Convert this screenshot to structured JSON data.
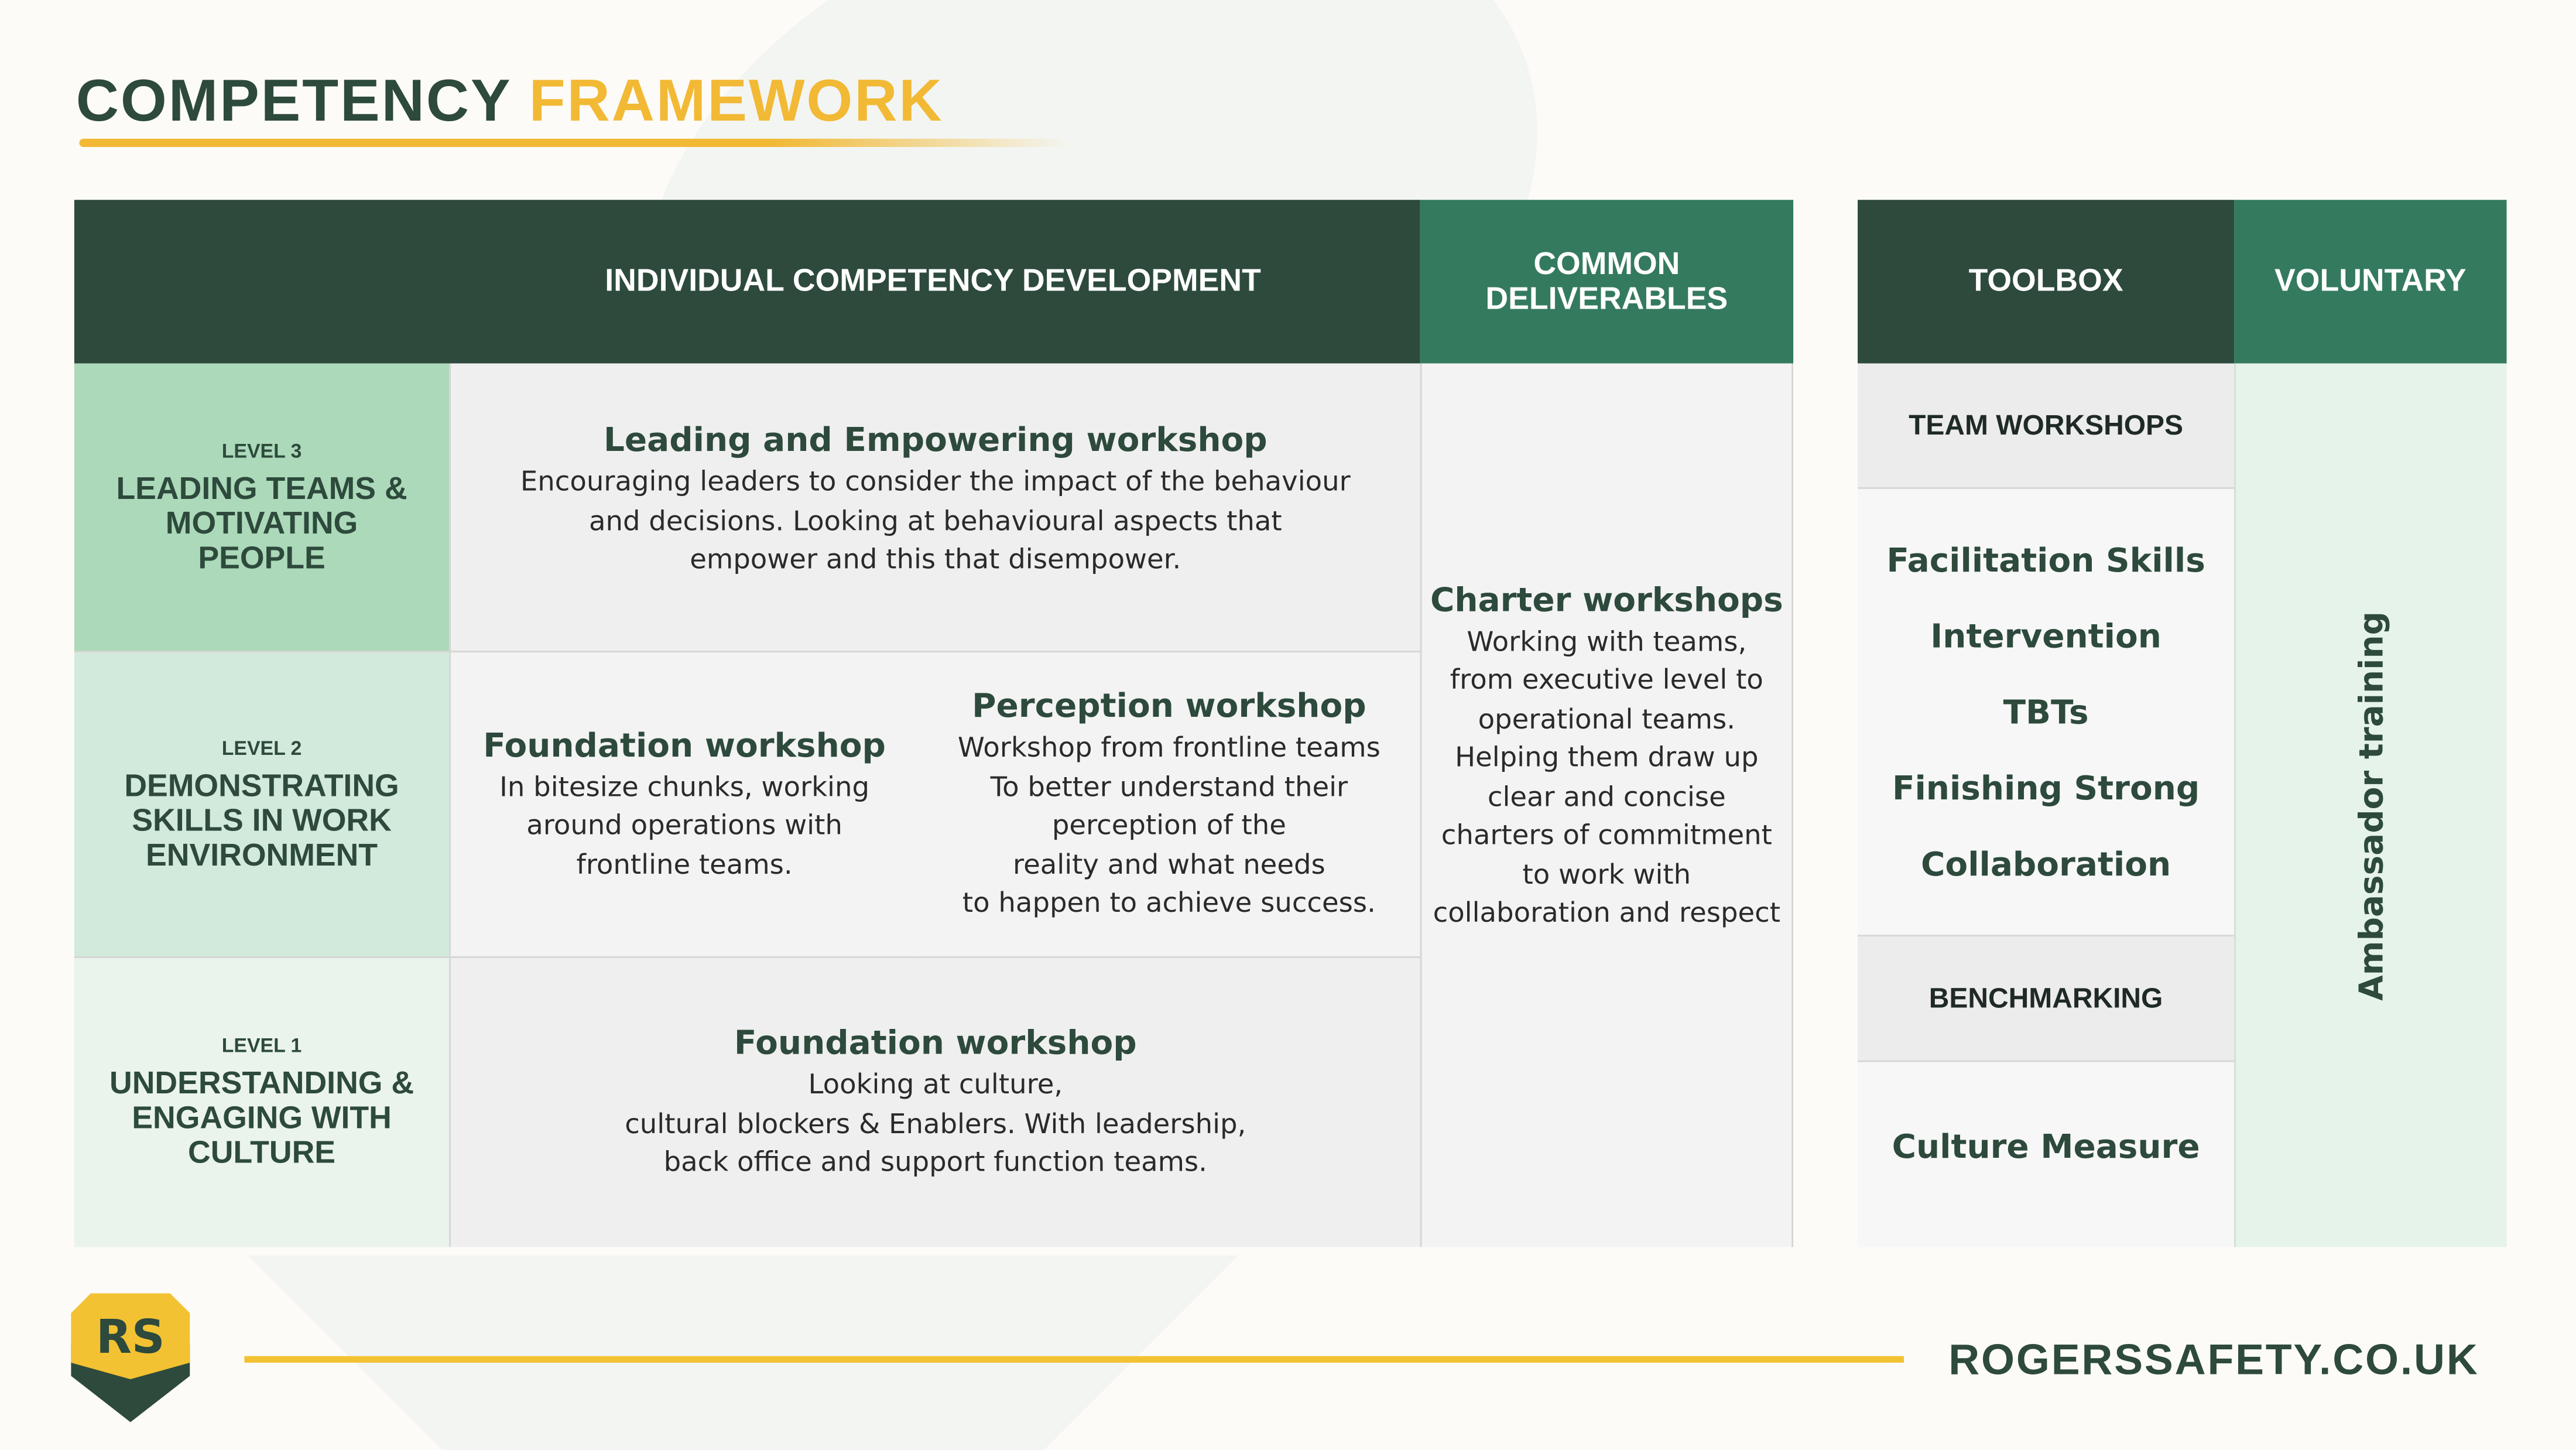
{
  "title": {
    "part1": "COMPETENCY",
    "part2": "FRAMEWORK"
  },
  "headers": {
    "individual": "INDIVIDUAL COMPETENCY DEVELOPMENT",
    "common": "COMMON DELIVERABLES",
    "toolbox": "TOOLBOX",
    "voluntary": "VOLUNTARY"
  },
  "levels": [
    {
      "level": "LEVEL 3",
      "name": "LEADING TEAMS & MOTIVATING PEOPLE"
    },
    {
      "level": "LEVEL 2",
      "name": "DEMONSTRATING SKILLS IN WORK ENVIRONMENT"
    },
    {
      "level": "LEVEL 1",
      "name": "UNDERSTANDING & ENGAGING WITH CULTURE"
    }
  ],
  "workshops": {
    "l3": {
      "title": "Leading and Empowering workshop",
      "desc": "Encouraging leaders to consider the impact of the behaviour\nand decisions.  Looking at behavioural aspects that\nempower and this that disempower."
    },
    "l2a": {
      "title": "Foundation workshop",
      "desc": "In bitesize chunks, working\naround operations with\nfrontline teams."
    },
    "l2b": {
      "title": "Perception workshop",
      "desc": "Workshop from frontline teams\nTo better understand their\nperception of the\nreality and what needs\nto happen to achieve success."
    },
    "l1": {
      "title": "Foundation workshop",
      "desc": "Looking at culture,\ncultural blockers & Enablers. With leadership,\nback office and support function teams."
    }
  },
  "common": {
    "title": "Charter workshops",
    "desc": "Working with teams,\nfrom executive level to\noperational teams.\nHelping them draw up\nclear and concise\ncharters of commitment\nto work with\ncollaboration and respect"
  },
  "toolbox": {
    "team_workshops": "TEAM WORKSHOPS",
    "items": [
      "Facilitation Skills",
      "Intervention",
      "TBTs",
      "Finishing Strong",
      "Collaboration"
    ],
    "benchmarking": "BENCHMARKING",
    "culture": "Culture Measure"
  },
  "voluntary": {
    "item": "Ambassador training"
  },
  "footer": {
    "logo": "RS",
    "url": "ROGERSSAFETY.CO.UK"
  },
  "colors": {
    "dark": "#2d4a3c",
    "teal": "#347a5f",
    "yellow": "#f2b935"
  }
}
